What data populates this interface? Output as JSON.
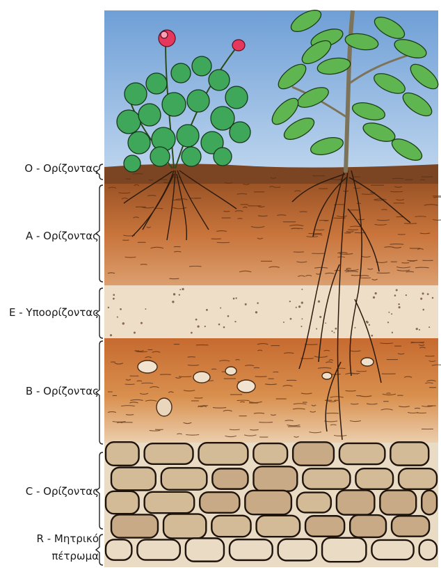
{
  "labels": {
    "o": "O - Ορίζοντας",
    "a": "A - Ορίζοντας",
    "e": "E - Υποορίζοντας",
    "b": "B - Ορίζοντας",
    "c": "C - Ορίζοντας",
    "r_line1": "R - Μητρικό",
    "r_line2": "πέτρωμα"
  },
  "colors": {
    "sky": "#8fb6e0",
    "o_horizon": "#7a4420",
    "a_horizon": "#c4703a",
    "e_horizon": "#eedcc4",
    "b_horizon": "#cf7a3e",
    "c_horizon": "#e8d7bf",
    "stone": "#c9ac88",
    "leaf": "#4caf50",
    "flower": "#e23a5c"
  }
}
